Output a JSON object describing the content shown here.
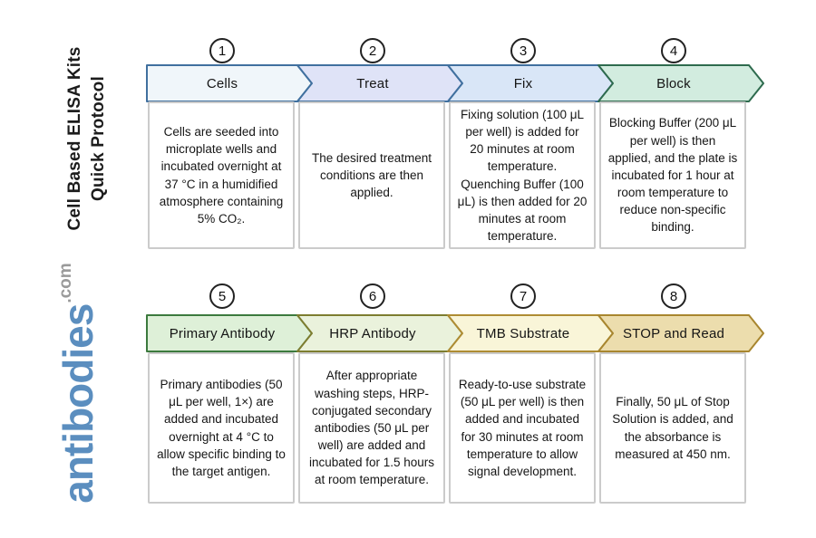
{
  "sidebar": {
    "title_line1": "Cell Based ELISA Kits",
    "title_line2": "Quick Protocol",
    "logo_text": "antibodies",
    "logo_suffix": ".com",
    "logo_color": "#5b8ebf"
  },
  "steps": [
    {
      "number": "1",
      "label": "Cells",
      "description": "Cells are seeded into microplate wells and incubated overnight at 37 °C in a humidified atmosphere containing 5% CO₂.",
      "fill": "#f0f6fa",
      "border": "#40709f"
    },
    {
      "number": "2",
      "label": "Treat",
      "description": "The desired treatment conditions are then applied.",
      "fill": "#dfe3f7",
      "border": "#40709f"
    },
    {
      "number": "3",
      "label": "Fix",
      "description": "Fixing solution (100 μL per well) is added for 20 minutes at room temperature. Quenching Buffer (100 μL) is then added for 20 minutes at room temperature.",
      "fill": "#d9e6f7",
      "border": "#40709f"
    },
    {
      "number": "4",
      "label": "Block",
      "description": "Blocking Buffer (200 μL per well) is then applied, and the plate is incubated for 1 hour at room temperature to reduce non-specific binding.",
      "fill": "#d2ecdf",
      "border": "#2e6b4e"
    },
    {
      "number": "5",
      "label": "Primary Antibody",
      "description": "Primary antibodies (50 μL per well, 1×) are added and incubated overnight at 4 °C to allow specific binding to the target antigen.",
      "fill": "#def0d8",
      "border": "#3c7a3e"
    },
    {
      "number": "6",
      "label": "HRP Antibody",
      "description": "After appropriate washing steps, HRP-conjugated secondary antibodies (50 μL per well) are added and incubated for 1.5 hours at room temperature.",
      "fill": "#eaf2dc",
      "border": "#7d7d30"
    },
    {
      "number": "7",
      "label": "TMB Substrate",
      "description": "Ready-to-use substrate (50 μL per well) is then added and incubated for 30 minutes at room temperature to allow signal development.",
      "fill": "#f9f5d8",
      "border": "#ae8c33"
    },
    {
      "number": "8",
      "label": "STOP and Read",
      "description": "Finally, 50 μL of Stop Solution is added, and the absorbance is measured at 450 nm.",
      "fill": "#ecddad",
      "border": "#a8862f"
    }
  ]
}
